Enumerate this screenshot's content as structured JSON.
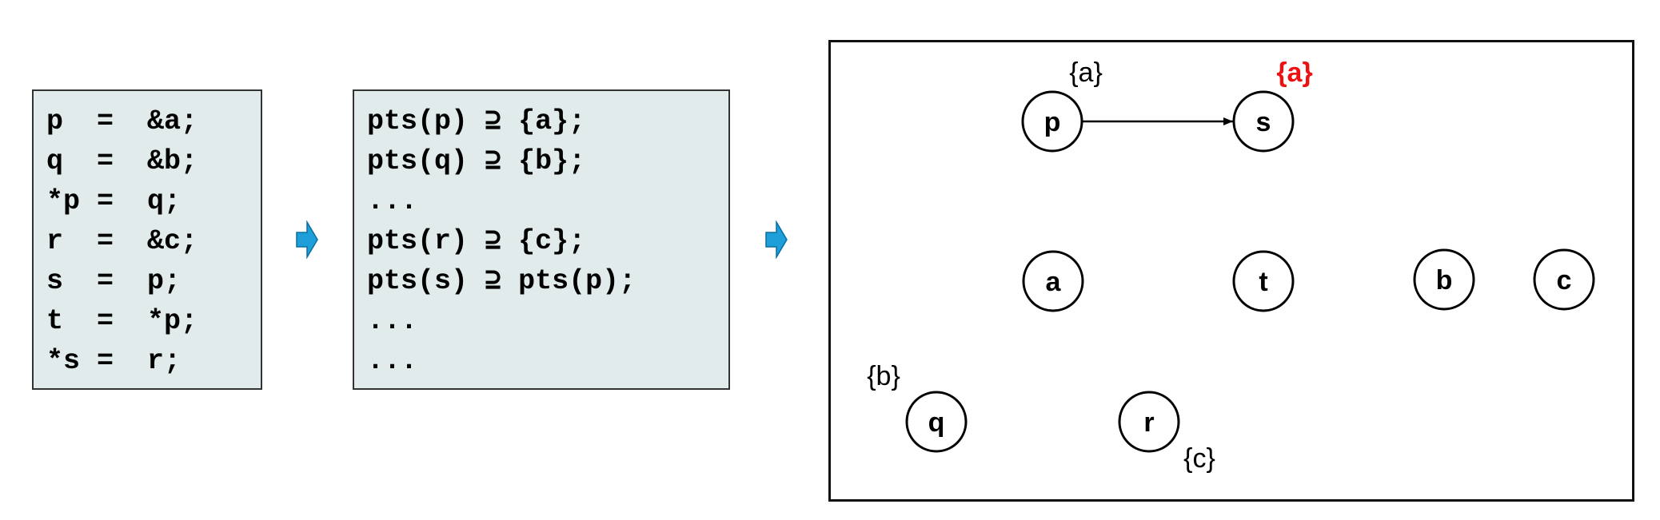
{
  "colors": {
    "code_box_bg": "#e1ebeb",
    "arrow_fill": "#1e9fd9",
    "highlight": "#ee1111"
  },
  "statements": {
    "lines": [
      "p  =  &a;",
      "q  =  &b;",
      "*p =  q;",
      "r  =  &c;",
      "s  =  p;",
      "t  =  *p;",
      "*s =  r;"
    ]
  },
  "constraints": {
    "lines": [
      "pts(p) ⊇ {a};",
      "pts(q) ⊇ {b};",
      "...",
      "pts(r) ⊇ {c};",
      "pts(s) ⊇ pts(p);",
      "...",
      "..."
    ]
  },
  "arrows": [
    {
      "icon": "right-arrow-icon"
    },
    {
      "icon": "right-arrow-icon"
    }
  ],
  "graph": {
    "nodes": [
      {
        "id": "p",
        "label": "p"
      },
      {
        "id": "s",
        "label": "s"
      },
      {
        "id": "a",
        "label": "a"
      },
      {
        "id": "t",
        "label": "t"
      },
      {
        "id": "b",
        "label": "b"
      },
      {
        "id": "c",
        "label": "c"
      },
      {
        "id": "q",
        "label": "q"
      },
      {
        "id": "r",
        "label": "r"
      }
    ],
    "edges": [
      {
        "from": "p",
        "to": "s"
      }
    ],
    "sets": [
      {
        "node": "p",
        "text": "{a}",
        "highlight": false
      },
      {
        "node": "s",
        "text": "{a}",
        "highlight": true
      },
      {
        "node": "q",
        "text": "{b}",
        "highlight": false
      },
      {
        "node": "r",
        "text": "{c}",
        "highlight": false
      }
    ]
  }
}
